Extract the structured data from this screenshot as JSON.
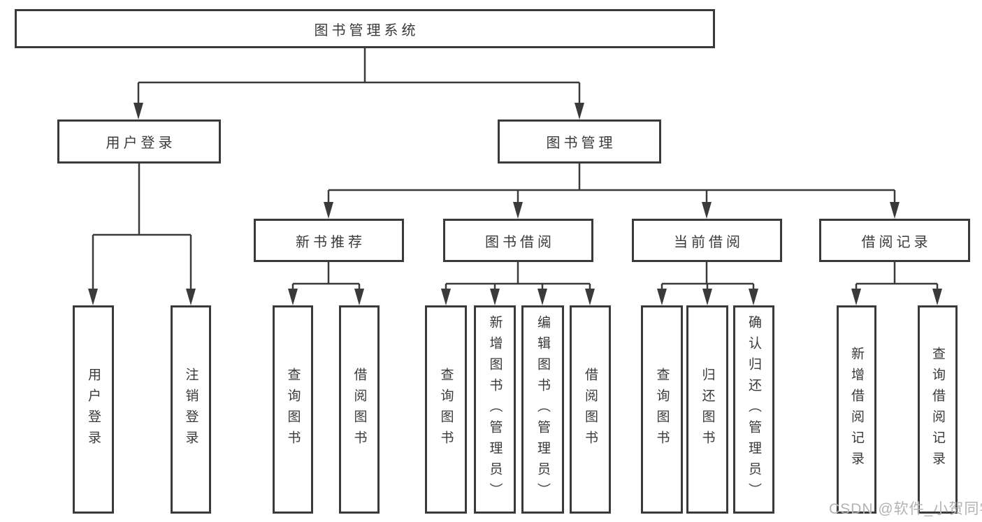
{
  "diagram": {
    "root": {
      "label": "图书管理系统"
    },
    "level2": [
      {
        "label": "用户登录"
      },
      {
        "label": "图书管理"
      }
    ],
    "level3": [
      {
        "label": "新书推荐"
      },
      {
        "label": "图书借阅"
      },
      {
        "label": "当前借阅"
      },
      {
        "label": "借阅记录"
      }
    ],
    "leaves": {
      "user_login": [
        {
          "label": "用户登录"
        },
        {
          "label": "注销登录"
        }
      ],
      "new_book": [
        {
          "label": "查询图书"
        },
        {
          "label": "借阅图书"
        }
      ],
      "book_borrow": [
        {
          "label": "查询图书"
        },
        {
          "label": "新增图书（管理员）"
        },
        {
          "label": "编辑图书（管理员）"
        },
        {
          "label": "借阅图书"
        }
      ],
      "current_borrow": [
        {
          "label": "查询图书"
        },
        {
          "label": "归还图书"
        },
        {
          "label": "确认归还（管理员）"
        }
      ],
      "borrow_record": [
        {
          "label": "新增借阅记录"
        },
        {
          "label": "查询借阅记录"
        }
      ]
    },
    "colors": {
      "line": "#3a3a3a",
      "text": "#3a3a3a",
      "box_fill": "#ffffff",
      "watermark": "#b3b3b3",
      "background": "#ffffff"
    }
  },
  "watermark": {
    "text": "CSDN @软件_小贺同学"
  }
}
